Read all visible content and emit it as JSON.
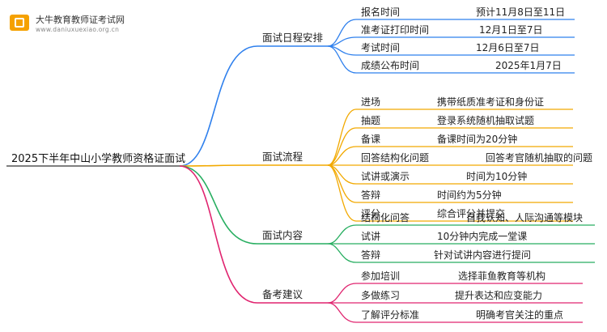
{
  "logo": {
    "title": "大牛教育教师证考试网",
    "url": "www.daniuxuexiao.org.cn"
  },
  "root": "2025下半年中山小学教师资格证面试",
  "colors": {
    "branches": [
      "#2f80ed",
      "#f2a900",
      "#27ae60",
      "#e0246f"
    ]
  },
  "branches": [
    {
      "label": "面试日程安排",
      "items": [
        {
          "key": "报名时间",
          "value": "预计11月8日至11日"
        },
        {
          "key": "准考证打印时间",
          "value": "12月1日至7日"
        },
        {
          "key": "考试时间",
          "value": "12月6日至7日"
        },
        {
          "key": "成绩公布时间",
          "value": "2025年1月7日"
        }
      ]
    },
    {
      "label": "面试流程",
      "items": [
        {
          "key": "进场",
          "value": "携带纸质准考证和身份证"
        },
        {
          "key": "抽题",
          "value": "登录系统随机抽取试题"
        },
        {
          "key": "备课",
          "value": "备课时间为20分钟"
        },
        {
          "key": "回答结构化问题",
          "value": "回答考官随机抽取的问题"
        },
        {
          "key": "试讲或演示",
          "value": "时间为10分钟"
        },
        {
          "key": "答辩",
          "value": "时间约为5分钟"
        },
        {
          "key": "评分",
          "value": "综合评分并提交"
        }
      ]
    },
    {
      "label": "面试内容",
      "items": [
        {
          "key": "结构化问答",
          "value": "自我认知、人际沟通等模块"
        },
        {
          "key": "试讲",
          "value": "10分钟内完成一堂课"
        },
        {
          "key": "答辩",
          "value": "针对试讲内容进行提问"
        }
      ]
    },
    {
      "label": "备考建议",
      "items": [
        {
          "key": "参加培训",
          "value": "选择菲鱼教育等机构"
        },
        {
          "key": "多做练习",
          "value": "提升表达和应变能力"
        },
        {
          "key": "了解评分标准",
          "value": "明确考官关注的重点"
        }
      ]
    }
  ]
}
